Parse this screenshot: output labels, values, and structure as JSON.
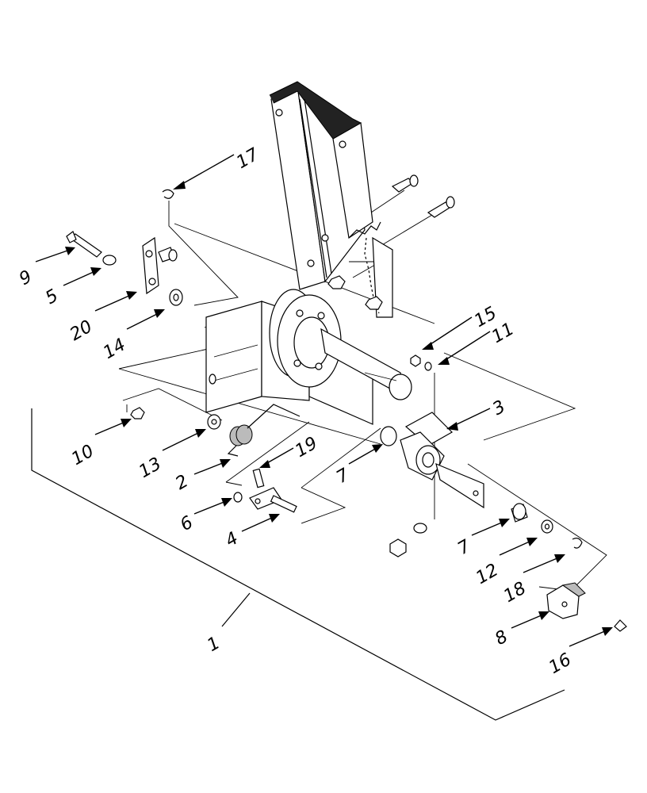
{
  "callouts": [
    {
      "key": "c1",
      "label": "1"
    },
    {
      "key": "c2",
      "label": "2"
    },
    {
      "key": "c3",
      "label": "3"
    },
    {
      "key": "c4",
      "label": "4"
    },
    {
      "key": "c5",
      "label": "5"
    },
    {
      "key": "c6",
      "label": "6"
    },
    {
      "key": "c7a",
      "label": "7"
    },
    {
      "key": "c7b",
      "label": "7"
    },
    {
      "key": "c8",
      "label": "8"
    },
    {
      "key": "c9",
      "label": "9"
    },
    {
      "key": "c10",
      "label": "10"
    },
    {
      "key": "c11",
      "label": "11"
    },
    {
      "key": "c12",
      "label": "12"
    },
    {
      "key": "c13",
      "label": "13"
    },
    {
      "key": "c14",
      "label": "14"
    },
    {
      "key": "c15",
      "label": "15"
    },
    {
      "key": "c16",
      "label": "16"
    },
    {
      "key": "c17",
      "label": "17"
    },
    {
      "key": "c18",
      "label": "18"
    },
    {
      "key": "c19",
      "label": "19"
    },
    {
      "key": "c20",
      "label": "20"
    }
  ]
}
